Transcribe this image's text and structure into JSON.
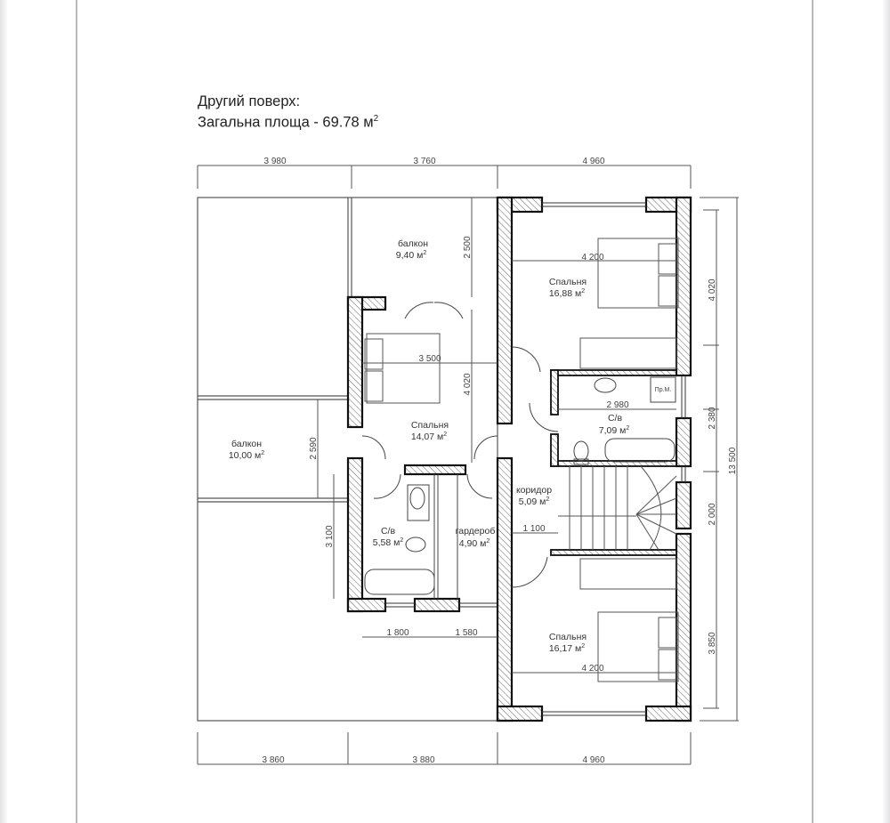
{
  "header": {
    "title_line1": "Другий поверх:",
    "title_line2": "Загальна площа - 69.78 м",
    "title_unit_sup": "2"
  },
  "dimensions": {
    "top": [
      "3 980",
      "3 760",
      "4 960"
    ],
    "bottom": [
      "3 860",
      "3 880",
      "4 960"
    ],
    "right": [
      "4 020",
      "2 380",
      "2 000",
      "3 850"
    ],
    "right_total": "13 500",
    "inner": {
      "balcony_top_height": "2 500",
      "bedroom_top_width": "4 200",
      "bedroom_left_width": "3 500",
      "bedroom_left_height": "4 020",
      "bathroom_right_width": "2 980",
      "balcony_left_height": "2 590",
      "bath_left_height": "3 100",
      "corridor_width": "1 100",
      "bath_left_width": "1 800",
      "wardrobe_width": "1 580",
      "bedroom_bottom_width": "4 200"
    }
  },
  "rooms": [
    {
      "id": "balcony-top",
      "name": "балкон",
      "area": "9,40 м",
      "sup": "2"
    },
    {
      "id": "bedroom-top-right",
      "name": "Спальня",
      "area": "16,88 м",
      "sup": "2"
    },
    {
      "id": "bedroom-left",
      "name": "Спальня",
      "area": "14,07 м",
      "sup": "2"
    },
    {
      "id": "bathroom-right",
      "name": "С/в",
      "area": "7,09 м",
      "sup": "2"
    },
    {
      "id": "balcony-left",
      "name": "балкон",
      "area": "10,00 м",
      "sup": "2"
    },
    {
      "id": "corridor",
      "name": "коридор",
      "area": "5,09 м",
      "sup": "2"
    },
    {
      "id": "bathroom-left",
      "name": "С/в",
      "area": "5,58 м",
      "sup": "2"
    },
    {
      "id": "wardrobe",
      "name": "гардероб",
      "area": "4,90 м",
      "sup": "2"
    },
    {
      "id": "bedroom-bottom-right",
      "name": "Спальня",
      "area": "16,17 м",
      "sup": "2"
    }
  ],
  "labels": {
    "laundry": "Пр.М."
  },
  "colors": {
    "wall": "#111111",
    "line": "#555555",
    "hatch": "#666666",
    "page_edge": "#b9b9b9"
  }
}
